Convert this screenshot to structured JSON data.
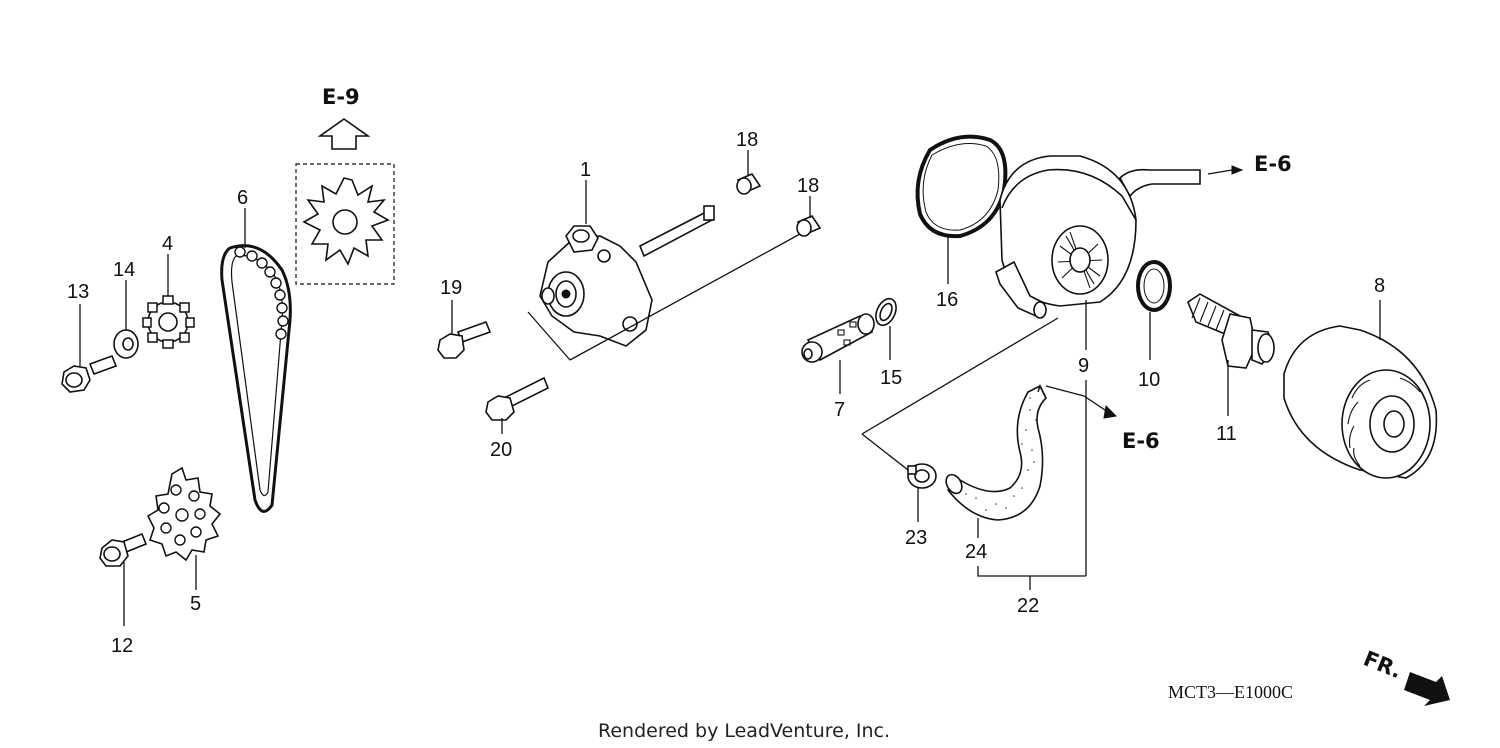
{
  "parts": {
    "p1": "1",
    "p4": "4",
    "p5": "5",
    "p6": "6",
    "p7": "7",
    "p8": "8",
    "p9": "9",
    "p10": "10",
    "p11": "11",
    "p12": "12",
    "p13": "13",
    "p14": "14",
    "p15": "15",
    "p16": "16",
    "p18a": "18",
    "p18b": "18",
    "p19": "19",
    "p20": "20",
    "p22": "22",
    "p23": "23",
    "p24": "24"
  },
  "refs": {
    "e9": "E-9",
    "e6_top": "E-6",
    "e6_mid": "E-6",
    "fr": "FR."
  },
  "diagram_code": "MCT3—E1000C",
  "footer": "Rendered by LeadVenture, Inc."
}
